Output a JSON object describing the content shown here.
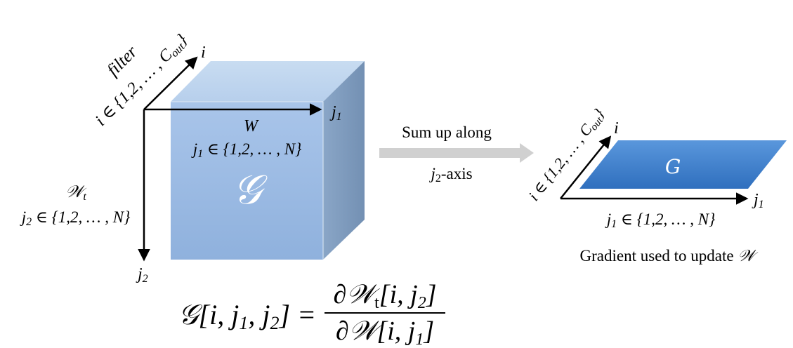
{
  "cube": {
    "symbol": "𝒢",
    "filter_label": "filter",
    "filter_set": "i ∈ {1,2, … , C",
    "filter_set_sub": "out",
    "filter_set_close": "}",
    "axis_i": "i",
    "axis_j1": "j",
    "axis_j1_sub": "1",
    "axis_j2": "j",
    "axis_j2_sub": "2",
    "w_label": "W",
    "j1_set_pre": "j",
    "j1_set_sub": "1",
    "j1_set_post": " ∈ {1,2, … , N}",
    "wt_label": "𝒲",
    "wt_label_sub": "t",
    "j2_set_pre": "j",
    "j2_set_sub": "2",
    "j2_set_post": " ∈ {1,2, … , N}"
  },
  "transition": {
    "line1": "Sum up along",
    "line2_pre": "j",
    "line2_sub": "2",
    "line2_post": "-axis"
  },
  "plane": {
    "symbol": "G",
    "axis_i": "i",
    "axis_j1": "j",
    "axis_j1_sub": "1",
    "i_set": "i ∈ {1,2, … , C",
    "i_set_sub": "out",
    "i_set_close": "}",
    "j1_set_pre": "j",
    "j1_set_sub": "1",
    "j1_set_post": " ∈ {1,2, … , N}",
    "caption_pre": "Gradient used to update ",
    "caption_sym": "𝒲"
  },
  "equation": {
    "lhs": "𝒢[i, j",
    "lhs_sub1": "1",
    "lhs_mid": ", j",
    "lhs_sub2": "2",
    "lhs_end": "] =",
    "num_pre": "∂𝒲",
    "num_sub": "t",
    "num_post": "[i, j",
    "num_sub2": "2",
    "num_end": "]",
    "den_pre": "∂𝒲[i, j",
    "den_sub": "1",
    "den_end": "]"
  },
  "colors": {
    "cube_front": "#9dbde4",
    "cube_top": "#c2d7ef",
    "cube_side": "#7e9bbc",
    "plane": "#3f7fcc",
    "arrow_gray": "#d0d0d0"
  }
}
